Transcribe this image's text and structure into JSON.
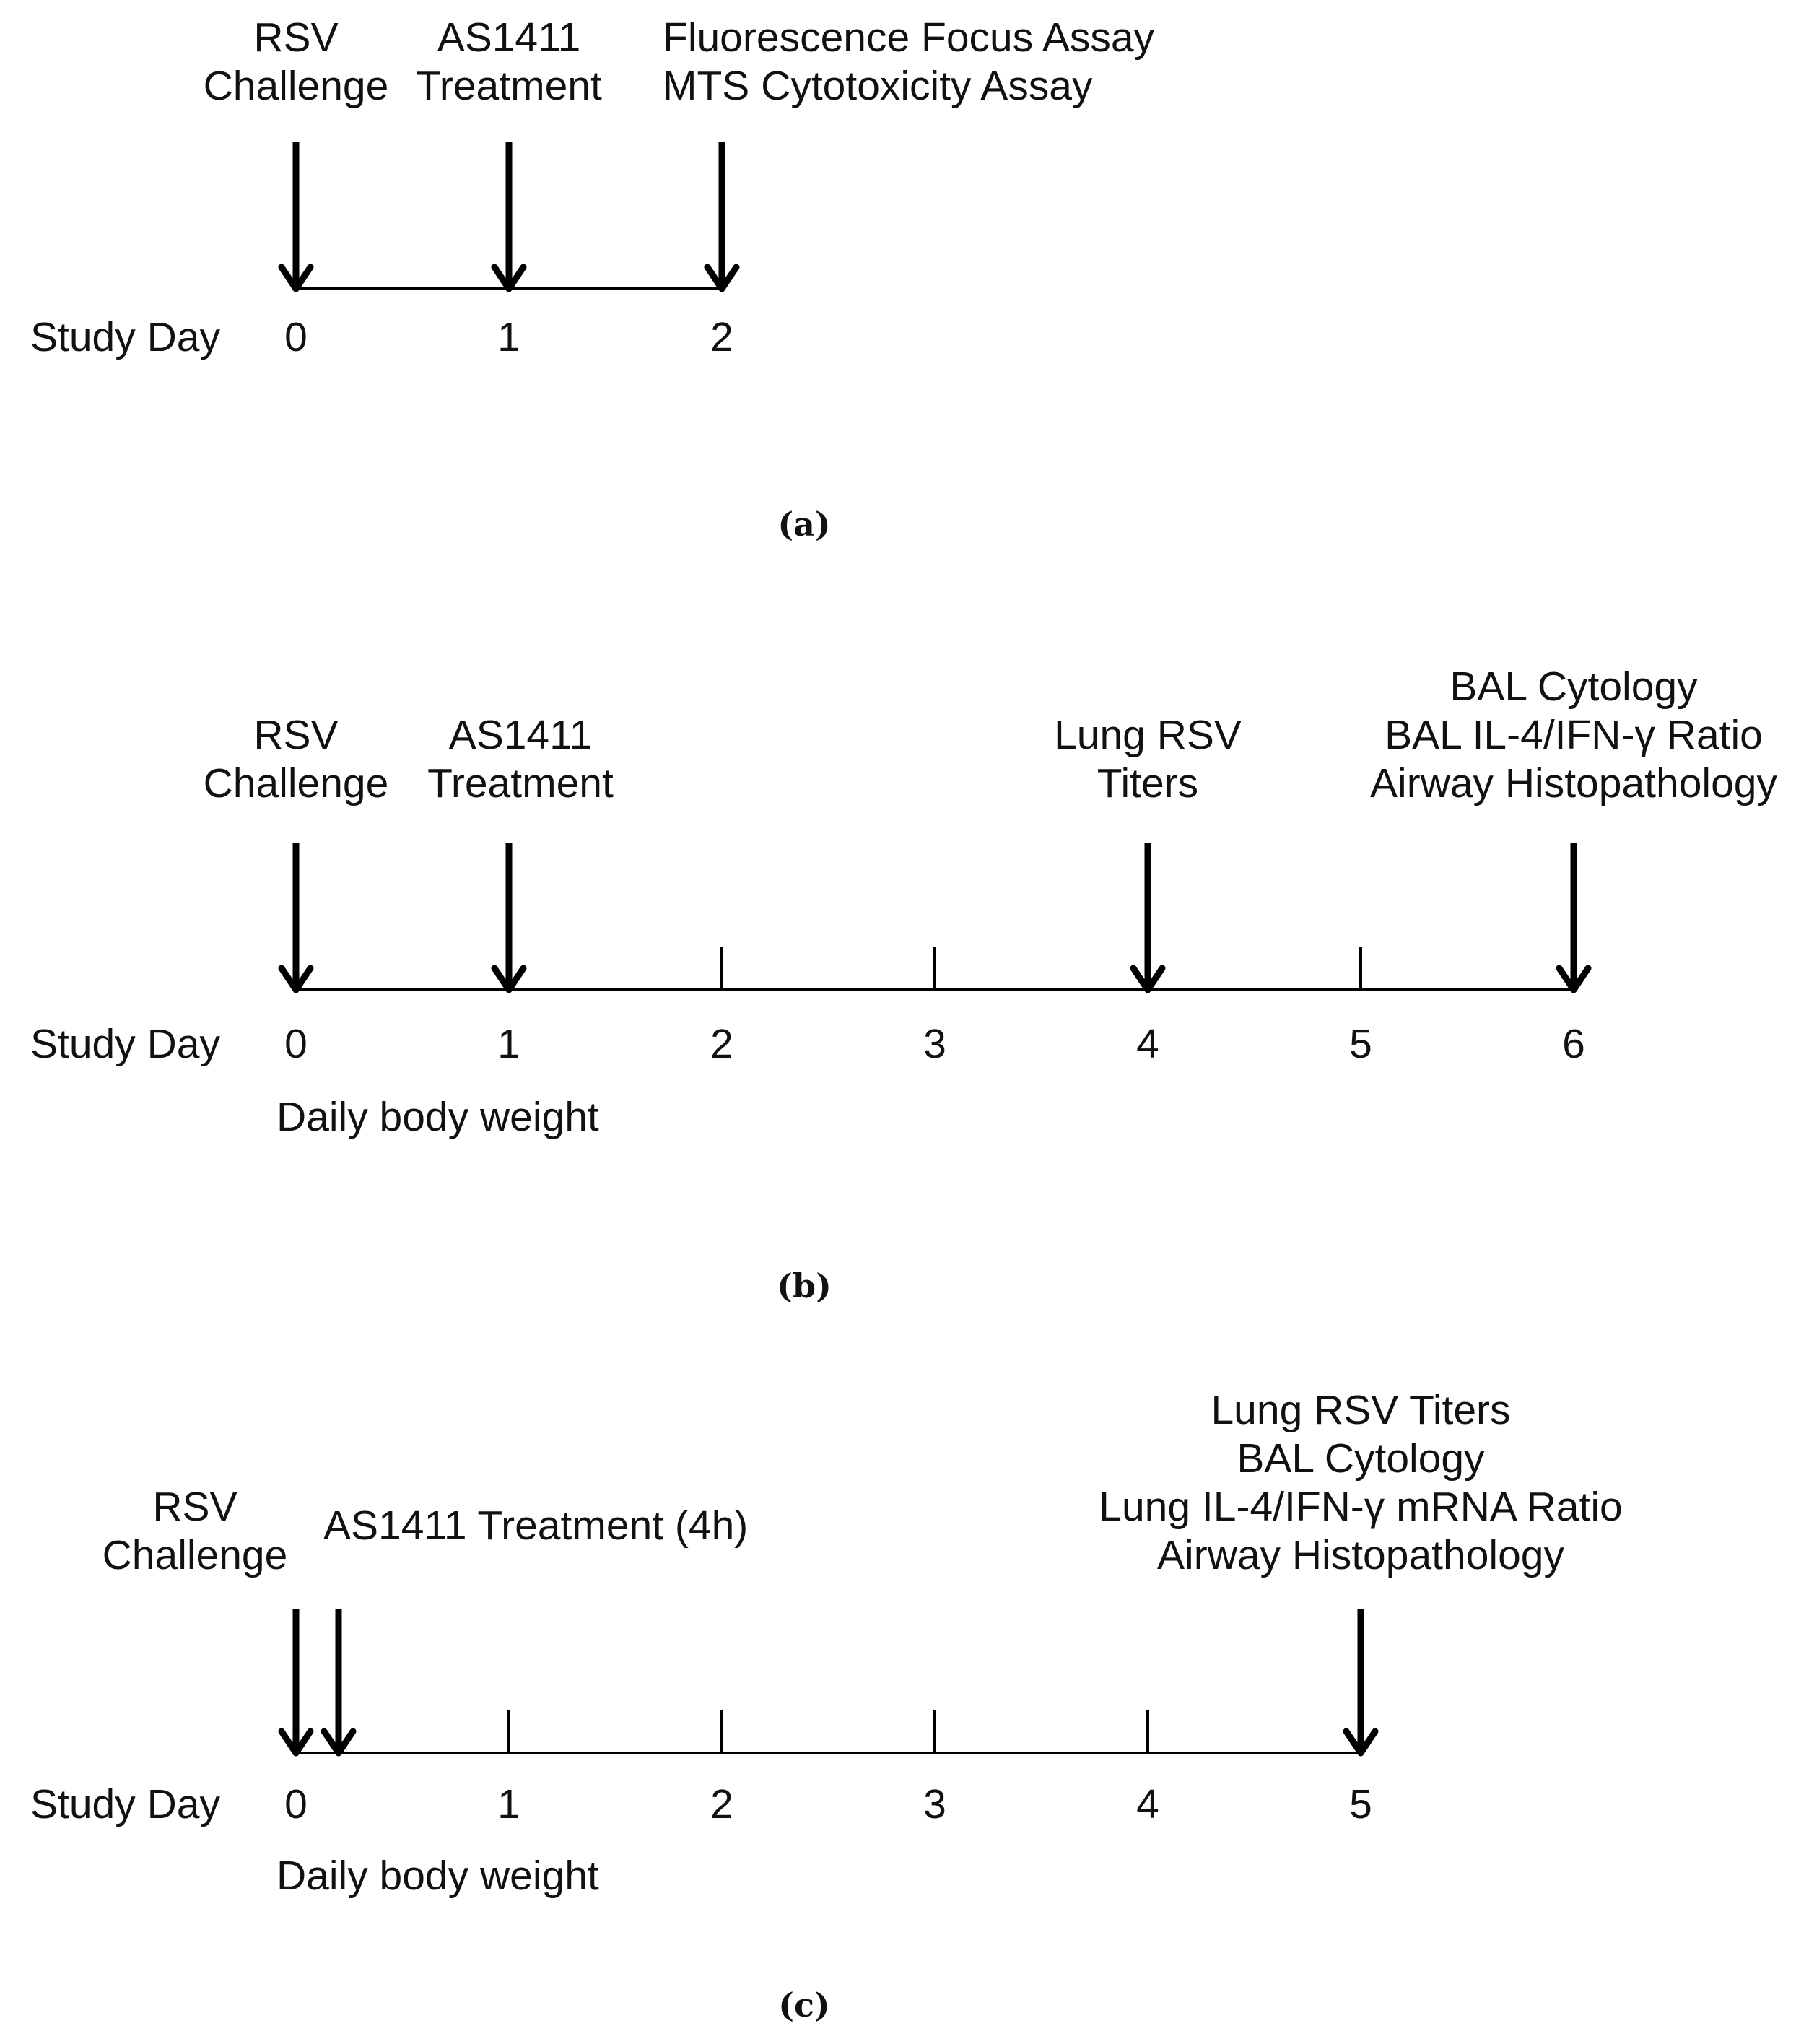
{
  "panels": [
    {
      "id": "a",
      "caption": "(a)",
      "row_label": "Study Day",
      "days": [
        "0",
        "1",
        "2"
      ],
      "footnote": "",
      "events": [
        {
          "name": "rsv-challenge",
          "day": 0,
          "lines": [
            "RSV",
            "Challenge"
          ]
        },
        {
          "name": "as1411-treatment",
          "day": 1,
          "lines": [
            "AS1411",
            "Treatment"
          ]
        },
        {
          "name": "assays",
          "day": 2,
          "lines": [
            "Fluorescence Focus Assay",
            "MTS Cytotoxicity Assay"
          ]
        }
      ]
    },
    {
      "id": "b",
      "caption": "(b)",
      "row_label": "Study Day",
      "days": [
        "0",
        "1",
        "2",
        "3",
        "4",
        "5",
        "6"
      ],
      "footnote": "Daily body weight",
      "events": [
        {
          "name": "rsv-challenge",
          "day": 0,
          "lines": [
            "RSV",
            "Challenge"
          ]
        },
        {
          "name": "as1411-treatment",
          "day": 1,
          "lines": [
            "AS1411",
            "Treatment"
          ]
        },
        {
          "name": "lung-rsv-titers",
          "day": 4,
          "lines": [
            "Lung RSV",
            "Titers"
          ]
        },
        {
          "name": "bal-endpoints",
          "day": 6,
          "lines": [
            "BAL Cytology",
            "BAL IL-4/IFN-γ Ratio",
            "Airway Histopathology"
          ]
        }
      ]
    },
    {
      "id": "c",
      "caption": "(c)",
      "row_label": "Study Day",
      "days": [
        "0",
        "1",
        "2",
        "3",
        "4",
        "5"
      ],
      "footnote": "Daily body weight",
      "events": [
        {
          "name": "rsv-challenge",
          "day": 0,
          "lines": [
            "RSV",
            "Challenge"
          ]
        },
        {
          "name": "as1411-treatment",
          "day": 0.2,
          "lines": [
            "AS1411 Treatment (4h)"
          ]
        },
        {
          "name": "day5-endpoints",
          "day": 5,
          "lines": [
            "Lung RSV Titers",
            "BAL Cytology",
            "Lung IL-4/IFN-γ mRNA Ratio",
            "Airway Histopathology"
          ]
        }
      ]
    }
  ]
}
